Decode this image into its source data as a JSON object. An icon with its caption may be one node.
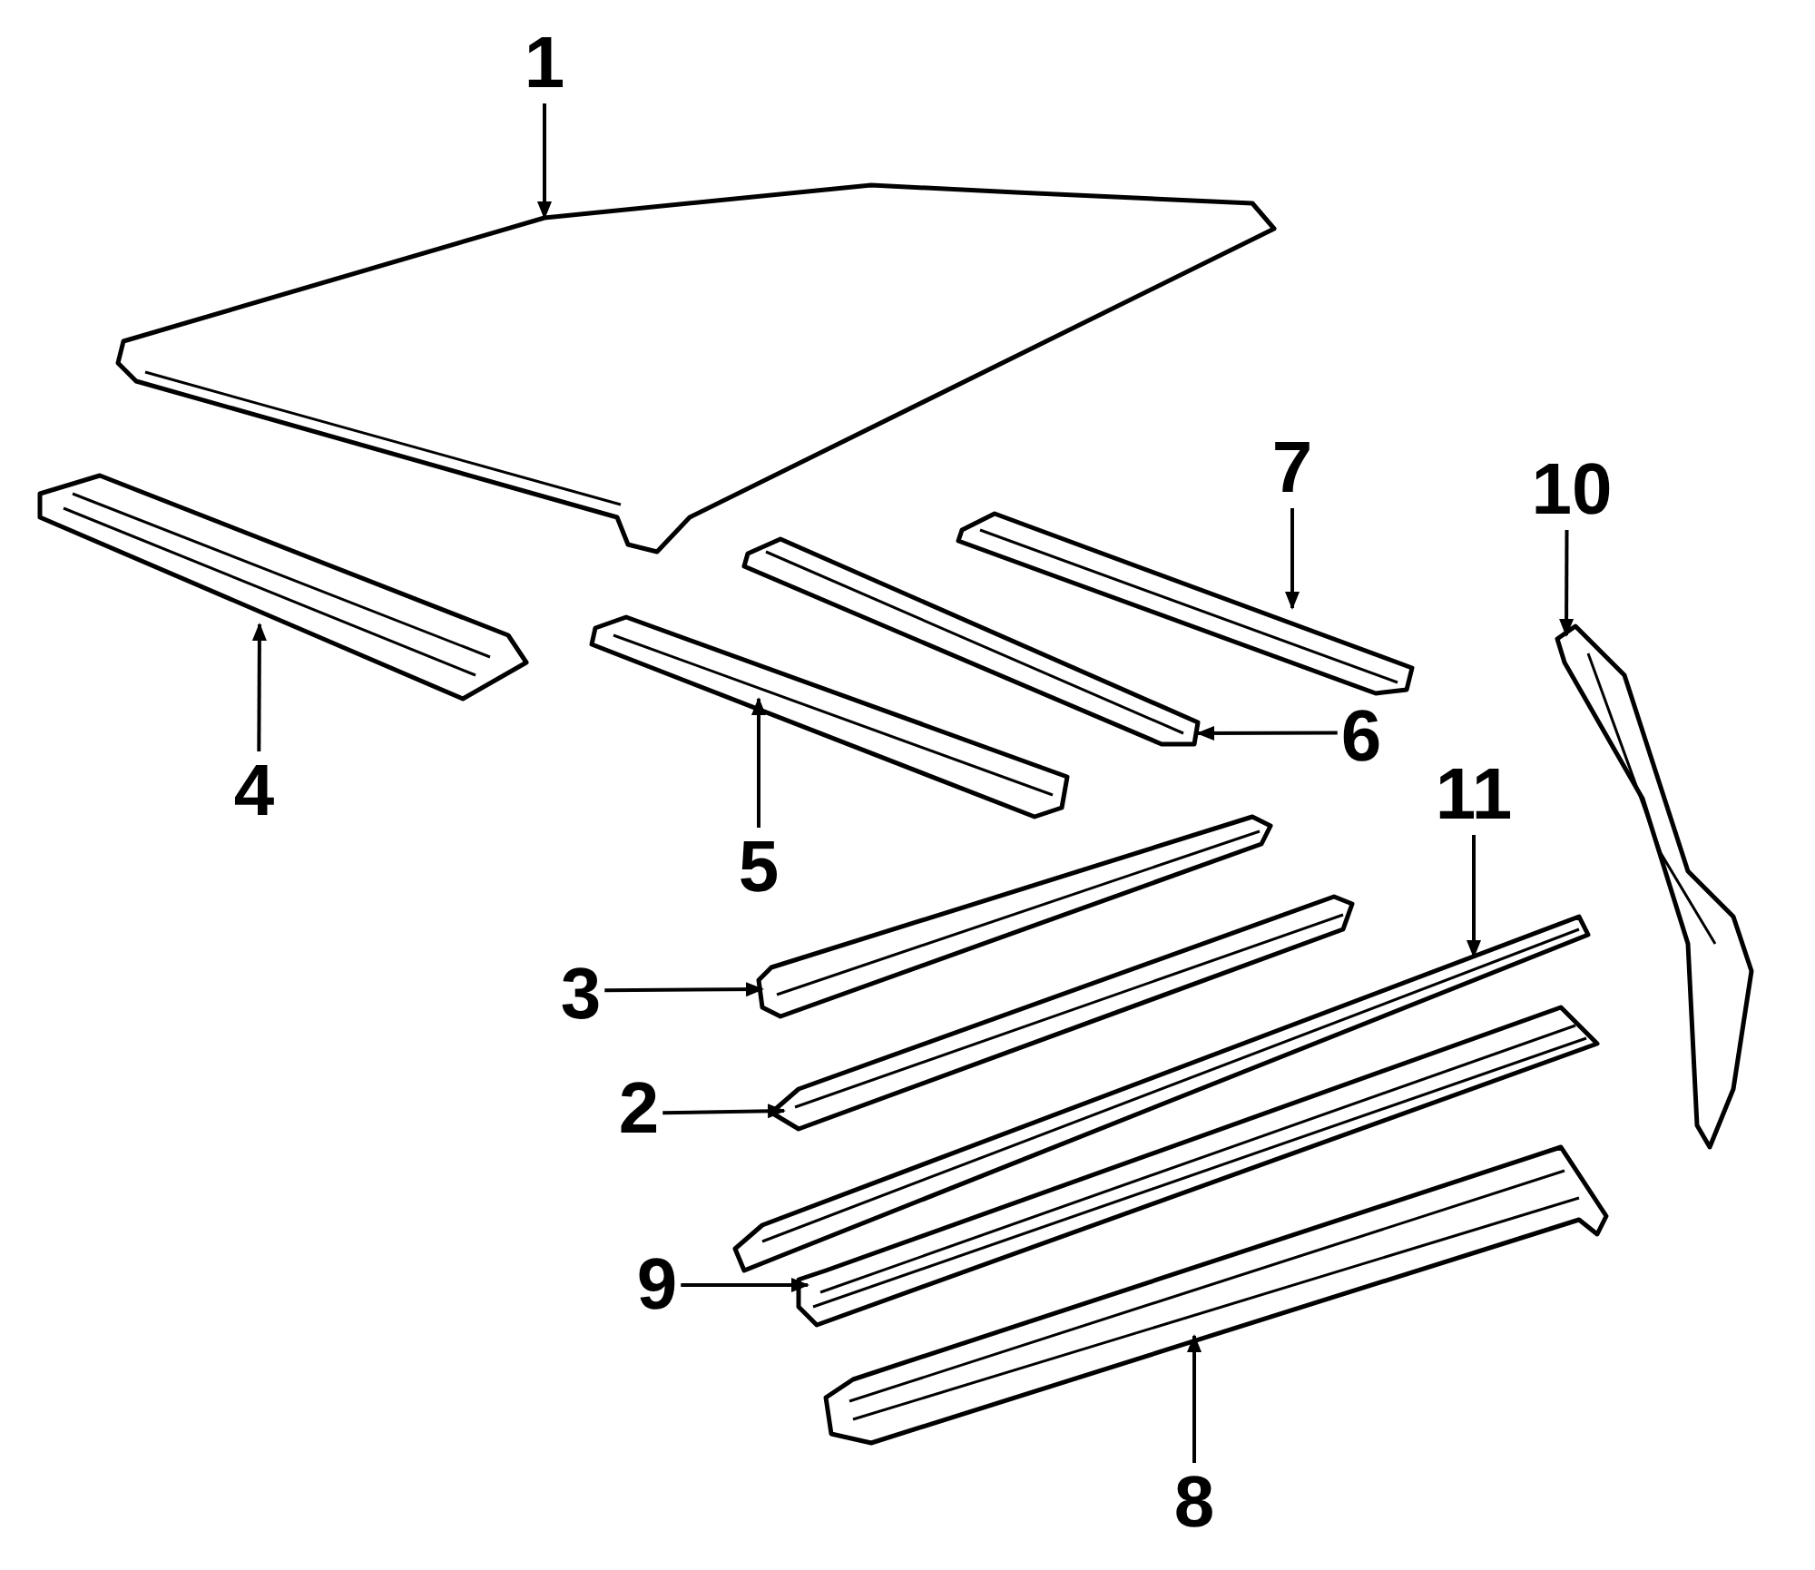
{
  "diagram": {
    "nodes": [
      {
        "text": [
          "1"
        ]
      },
      {
        "text": [],
        "shape": "picture"
      },
      {
        "text": [
          "10"
        ]
      },
      {
        "text": [],
        "shape": "picture"
      },
      {
        "text": [
          "7"
        ]
      },
      {
        "text": [],
        "shape": "picture"
      },
      {
        "text": [
          "4"
        ]
      },
      {
        "text": [],
        "shape": "picture"
      },
      {
        "text": [
          "6"
        ]
      },
      {
        "text": [],
        "shape": "picture"
      },
      {
        "text": [
          "11"
        ]
      },
      {
        "text": [],
        "shape": "picture"
      },
      {
        "text": [
          "5"
        ]
      },
      {
        "text": [],
        "shape": "picture"
      },
      {
        "text": [
          "3"
        ]
      },
      {
        "text": [],
        "shape": "picture"
      },
      {
        "text": [
          "2"
        ]
      },
      {
        "text": [],
        "shape": "picture"
      },
      {
        "text": [
          "9"
        ]
      },
      {
        "text": [],
        "shape": "picture"
      },
      {
        "text": [
          "8"
        ]
      },
      {
        "text": [],
        "shape": "picture"
      }
    ],
    "edges": [
      {
        "from": 0,
        "to": 1,
        "arrow": "to"
      },
      {
        "from": 2,
        "to": 3,
        "arrow": "to"
      },
      {
        "from": 4,
        "to": 5,
        "arrow": "to"
      },
      {
        "from": 6,
        "to": 7,
        "arrow": "to"
      },
      {
        "from": 8,
        "to": 9,
        "arrow": "to"
      },
      {
        "from": 10,
        "to": 11,
        "arrow": "to"
      },
      {
        "from": 12,
        "to": 13,
        "arrow": "to"
      },
      {
        "from": 14,
        "to": 15,
        "arrow": "to"
      },
      {
        "from": 16,
        "to": 17,
        "arrow": "to"
      },
      {
        "from": 18,
        "to": 19,
        "arrow": "to"
      },
      {
        "from": 20,
        "to": 21,
        "arrow": "to"
      }
    ]
  }
}
